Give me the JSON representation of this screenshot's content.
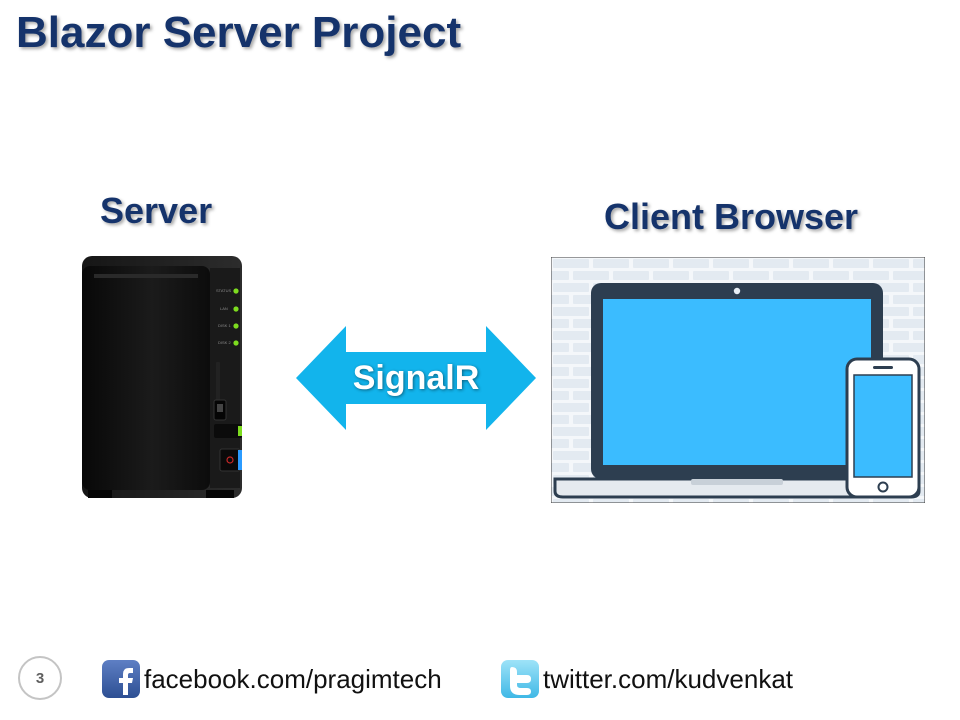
{
  "slide": {
    "title": "Blazor Server Project",
    "page_number": "3"
  },
  "diagram": {
    "server_label": "Server",
    "client_label": "Client Browser",
    "connection_label": "SignalR",
    "server_status_lights": [
      "STATUS",
      "LAN",
      "DISK 1",
      "DISK 2"
    ]
  },
  "footer": {
    "facebook": {
      "icon": "facebook-icon",
      "text": "facebook.com/pragimtech"
    },
    "twitter": {
      "icon": "twitter-icon",
      "text": "twitter.com/kudvenkat"
    }
  },
  "colors": {
    "title": "#15336b",
    "arrow": "#12b4ec",
    "screen": "#3bbcff",
    "led": "#7ddc1f"
  }
}
